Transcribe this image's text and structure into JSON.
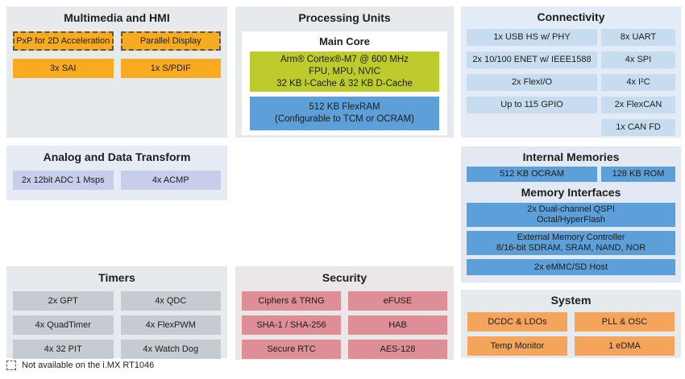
{
  "palette": {
    "multimedia_block": "#f8ab1e",
    "connectivity_block": "#c8dcf0",
    "analog_block": "#c6cee9",
    "core_block": "#bdcb2c",
    "memory_block": "#5c9fd9",
    "timer_block": "#c6cbd1",
    "security_block": "#de8e97",
    "system_block": "#f5a55b"
  },
  "sections": {
    "multimedia": {
      "title": "Multimedia and HMI",
      "items": [
        {
          "label": "PxP for 2D Acceleration",
          "not_available_on_rt1046": true
        },
        {
          "label": "Parallel Display",
          "not_available_on_rt1046": true
        },
        {
          "label": "3x SAI"
        },
        {
          "label": "1x S/PDIF"
        }
      ]
    },
    "processing": {
      "title": "Processing Units",
      "subtitle": "Main Core",
      "core_lines": [
        "Arm® Cortex®-M7 @ 600 MHz",
        "FPU, MPU, NVIC",
        "32 KB I-Cache & 32 KB D-Cache"
      ],
      "flexram_lines": [
        "512 KB FlexRAM",
        "(Configurable to TCM or OCRAM)"
      ]
    },
    "connectivity": {
      "title": "Connectivity",
      "left_items": [
        "1x USB HS w/ PHY",
        "2x 10/100 ENET w/ IEEE1588",
        "2x FlexI/O",
        "Up to 115 GPIO"
      ],
      "right_items": [
        "8x UART",
        "4x SPI",
        "4x I²C",
        "2x FlexCAN",
        "1x CAN FD"
      ]
    },
    "analog": {
      "title": "Analog and Data Transform",
      "items": [
        "2x 12bit ADC 1 Msps",
        "4x ACMP"
      ]
    },
    "memories": {
      "internal_title": "Internal Memories",
      "internal_items": [
        "512 KB OCRAM",
        "128 KB ROM"
      ],
      "interfaces_title": "Memory Interfaces",
      "qspi_lines": [
        "2x Dual-channel QSPI",
        "Octal/HyperFlash"
      ],
      "emc_lines": [
        "External Memory Controller",
        "8/16-bit SDRAM, SRAM, NAND, NOR"
      ],
      "emmc": "2x eMMC/SD Host"
    },
    "timers": {
      "title": "Timers",
      "items": [
        "2x GPT",
        "4x QDC",
        "4x QuadTimer",
        "4x FlexPWM",
        "4x 32 PIT",
        "4x Watch Dog"
      ]
    },
    "security": {
      "title": "Security",
      "items": [
        "Ciphers & TRNG",
        "eFUSE",
        "SHA-1 / SHA-256",
        "HAB",
        "Secure RTC",
        "AES-128"
      ]
    },
    "system": {
      "title": "System",
      "items": [
        "DCDC & LDOs",
        "PLL & OSC",
        "Temp Monitor",
        "1 eDMA"
      ]
    }
  },
  "footnote": {
    "legend": "Not available on the i.MX RT1046"
  }
}
